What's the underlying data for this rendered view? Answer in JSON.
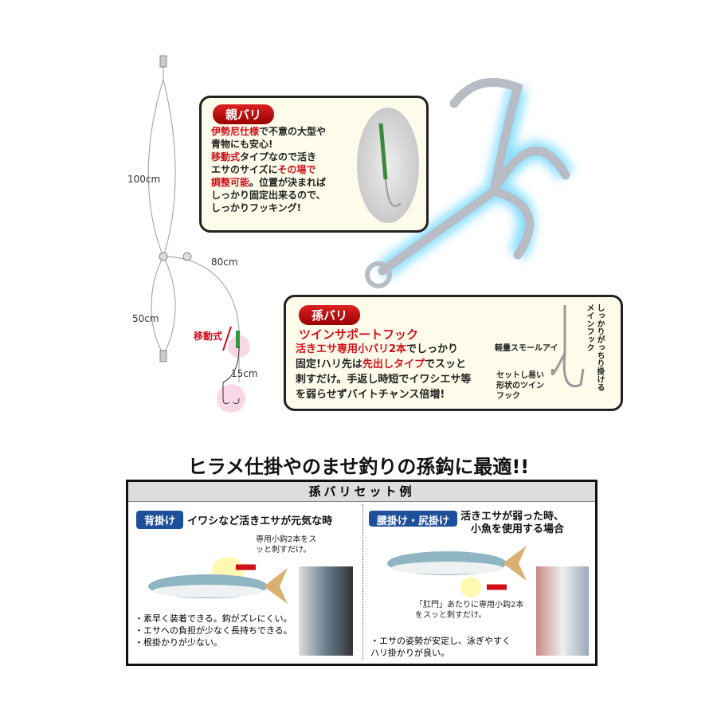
{
  "rig": {
    "len_main": "100cm",
    "len_lower": "50cm",
    "len_branch": "80cm",
    "movable": "移動式",
    "len_tip": "15cm"
  },
  "oya": {
    "title": "親バリ",
    "lines": [
      [
        {
          "t": "伊勢尼仕様",
          "r": true
        },
        {
          "t": "で不意の大型や"
        }
      ],
      [
        {
          "t": "青物にも安心!"
        }
      ],
      [
        {
          "t": "移動式",
          "r": true
        },
        {
          "t": "タイプなので活き"
        }
      ],
      [
        {
          "t": "エサのサイズに"
        },
        {
          "t": "その場で",
          "r": true
        }
      ],
      [
        {
          "t": "調整可能",
          "r": true
        },
        {
          "t": "。位置が決まれば"
        }
      ],
      [
        {
          "t": "しっかり固定出来るので、"
        }
      ],
      [
        {
          "t": "しっかりフッキング!"
        }
      ]
    ]
  },
  "mago": {
    "title": "孫バリ",
    "subtitle": "ツインサポートフック",
    "lines": [
      [
        {
          "t": "活きエサ専用小バリ2本",
          "r": true
        },
        {
          "t": "でしっかり"
        }
      ],
      [
        {
          "t": "固定!ハリ先は"
        },
        {
          "t": "先出しタイプ",
          "r": true
        },
        {
          "t": "でスッと"
        }
      ],
      [
        {
          "t": "刺すだけ。手返し時短でイワシエサ等"
        }
      ],
      [
        {
          "t": "を弱らせずバイトチャンス倍増!"
        }
      ]
    ],
    "label_eye": "軽量スモールアイ",
    "label_twin": "セットし易い形状のツインフック",
    "label_main": "しっかりがっちり掛けるメインフック"
  },
  "headline": "ヒラメ仕掛やのませ釣りの孫鈎に最適!!",
  "panel": {
    "title": "孫バリセット例",
    "left": {
      "badge": "背掛け",
      "heading": "イワシなど活きエサが元気な時",
      "note": "専用小鈎2本をスッと刺すだけ。",
      "bullets": [
        "・素早く装着できる。鈎がズレにくい。",
        "・エサへの負担が少なく長持ちできる。",
        "・根掛かりが少ない。"
      ]
    },
    "right": {
      "badge": "腰掛け・尻掛け",
      "heading1": "活きエサが弱った時、",
      "heading2": "小魚を使用する場合",
      "note": "「肛門」あたりに専用小鈎2本をスッと刺すだけ。",
      "bullets": [
        "・エサの姿勢が安定し、泳ぎやすく",
        "ハリ掛かりが良い。"
      ]
    }
  },
  "colors": {
    "accent_red": "#d0111b",
    "badge_blue": "#1d4f9a"
  }
}
